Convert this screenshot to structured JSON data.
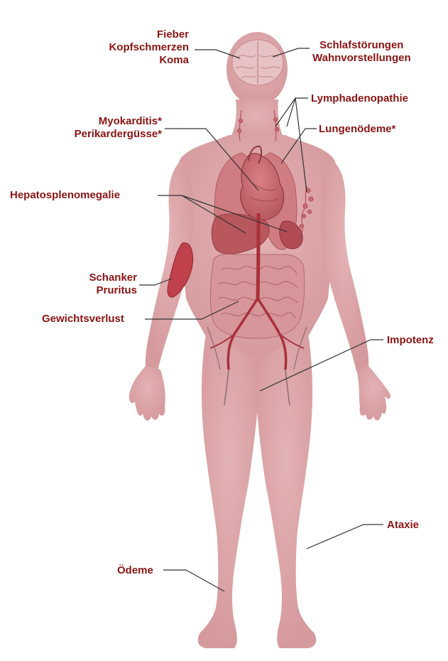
{
  "labels": {
    "fieber": "Fieber",
    "kopfschmerzen": "Kopfschmerzen",
    "koma": "Koma",
    "schlafstoerungen": "Schlafstörungen",
    "wahnvorstellungen": "Wahnvorstellungen",
    "lymphadenopathie": "Lymphadenopathie",
    "myokarditis": "Myokarditis*",
    "perikardergusse": "Perikardergüsse*",
    "lungenoedeme": "Lungenödeme*",
    "hepatosplenomegalie": "Hepatosplenomegalie",
    "schanker": "Schanker",
    "pruritus": "Pruritus",
    "gewichtsverlust": "Gewichtsverlust",
    "impotenz": "Impotenz",
    "ataxie": "Ataxie",
    "oedeme": "Ödeme"
  },
  "colors": {
    "label_text": "#8b1414",
    "leader_line": "#333333",
    "body_fill": "#dba3a6",
    "organ_fill": "#c8696f",
    "organ_dark": "#a8434b",
    "vessel": "#b0303a",
    "brain": "#e2b9bb"
  }
}
